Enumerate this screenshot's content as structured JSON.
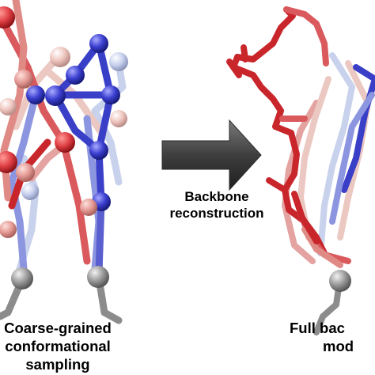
{
  "left_panel": {
    "caption_lines": [
      "Coarse-grained",
      "conformational",
      "sampling"
    ]
  },
  "arrow": {
    "label_lines": [
      "Backbone",
      "reconstruction"
    ]
  },
  "right_panel": {
    "caption_lines": [
      "Full bac",
      "mod"
    ]
  },
  "colors": {
    "deep_red": "#c9262c",
    "red": "#d9595d",
    "salmon": "#e89a97",
    "pink": "#ecc8c2",
    "light_blue": "#c9d2ec",
    "periwinkle": "#8c95df",
    "blue": "#3a3fc8",
    "grey": "#8c8c8c",
    "arrow_grey": "#4a4a4a"
  }
}
